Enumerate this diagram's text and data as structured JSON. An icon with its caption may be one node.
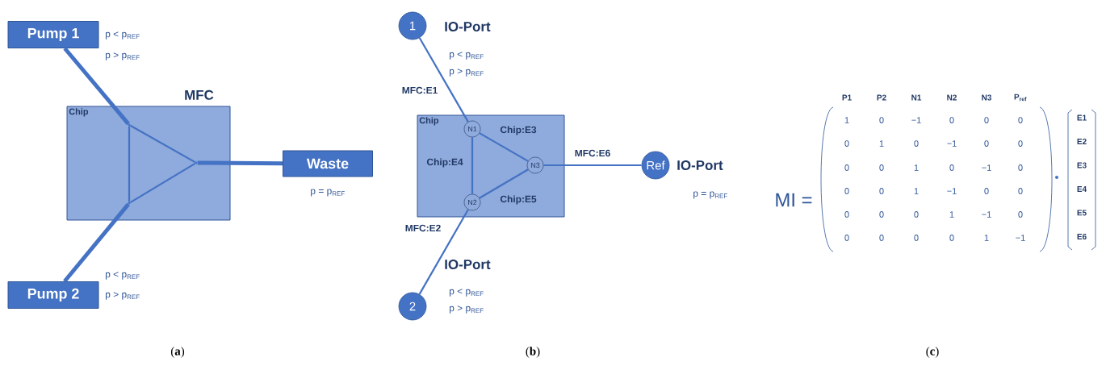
{
  "diagram": {
    "nodes": [
      {
        "text": [
          "Pump 1"
        ],
        "beside": [
          "p < p$_{REF}$",
          "p > p$_{REF}$"
        ]
      },
      {
        "text": [
          "MFC",
          "Chip"
        ]
      },
      {
        "text": [],
        "shape": "point",
        "in": 1
      },
      {
        "text": [],
        "shape": "point",
        "in": 1
      },
      {
        "text": [],
        "shape": "point",
        "in": 1
      },
      {
        "text": [
          "Waste"
        ],
        "beside": [
          "p = p$_{REF}$"
        ]
      },
      {
        "text": [
          "Pump 2"
        ],
        "beside": [
          "p < p$_{REF}$",
          "p > p$_{REF}$"
        ]
      },
      {
        "text": [
          "1"
        ],
        "beside": [
          "IO-Port",
          "p < p$_{REF}$",
          "p > p$_{REF}$"
        ]
      },
      {
        "text": [
          "Chip"
        ]
      },
      {
        "text": [
          "N1"
        ],
        "in": 8
      },
      {
        "text": [
          "N2"
        ],
        "in": 8
      },
      {
        "text": [
          "N3"
        ],
        "in": 8
      },
      {
        "text": [
          "Ref"
        ],
        "beside": [
          "IO-Port",
          "p = p$_{REF}$"
        ]
      },
      {
        "text": [
          "2"
        ],
        "beside": [
          "IO-Port",
          "p < p$_{REF}$",
          "p > p$_{REF}$"
        ]
      }
    ],
    "edges": [
      {
        "from": 0,
        "to": 2,
        "arrow": "none",
        "style": "thick"
      },
      {
        "from": 6,
        "to": 3,
        "arrow": "none",
        "style": "thick"
      },
      {
        "from": 4,
        "to": 5,
        "arrow": "none",
        "style": "thick"
      },
      {
        "from": 2,
        "to": 3,
        "arrow": "none"
      },
      {
        "from": 2,
        "to": 4,
        "arrow": "none"
      },
      {
        "from": 3,
        "to": 4,
        "arrow": "none"
      },
      {
        "from": 7,
        "to": 9,
        "arrow": "none",
        "label": "MFC:E1"
      },
      {
        "from": 9,
        "to": 11,
        "arrow": "none",
        "label": "Chip:E3"
      },
      {
        "from": 9,
        "to": 10,
        "arrow": "none",
        "label": "Chip:E4"
      },
      {
        "from": 10,
        "to": 11,
        "arrow": "none",
        "label": "Chip:E5"
      },
      {
        "from": 11,
        "to": 12,
        "arrow": "none",
        "label": "MFC:E6"
      },
      {
        "from": 13,
        "to": 10,
        "arrow": "none",
        "label": "MFC:E2"
      }
    ],
    "labels": [
      "MI =",
      "P1",
      "P2",
      "N1",
      "N2",
      "N3",
      "P$_{ref}$",
      "1",
      "0",
      "−1",
      "0",
      "0",
      "0",
      "0",
      "1",
      "0",
      "−1",
      "0",
      "0",
      "0",
      "0",
      "1",
      "0",
      "−1",
      "0",
      "0",
      "0",
      "1",
      "−1",
      "0",
      "0",
      "0",
      "0",
      "0",
      "1",
      "−1",
      "0",
      "0",
      "0",
      "0",
      "0",
      "1",
      "−1",
      "E1",
      "E2",
      "E3",
      "E4",
      "E5",
      "E6",
      "(**a**)",
      "(**b**)",
      "(**c**)"
    ]
  }
}
